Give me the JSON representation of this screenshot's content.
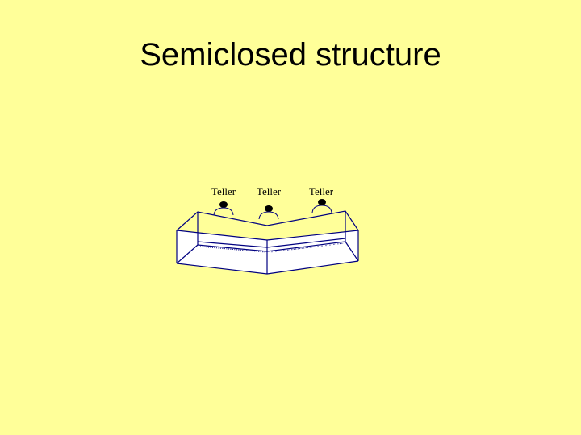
{
  "slide": {
    "title": "Semiclosed structure",
    "background_color": "#FFFF99"
  },
  "diagram": {
    "tellers": [
      {
        "label": "Teller"
      },
      {
        "label": "Teller"
      },
      {
        "label": "Teller"
      }
    ],
    "line_color": "#000080",
    "counter_face_color": "#FFFFFF",
    "person_color": "#000000"
  }
}
